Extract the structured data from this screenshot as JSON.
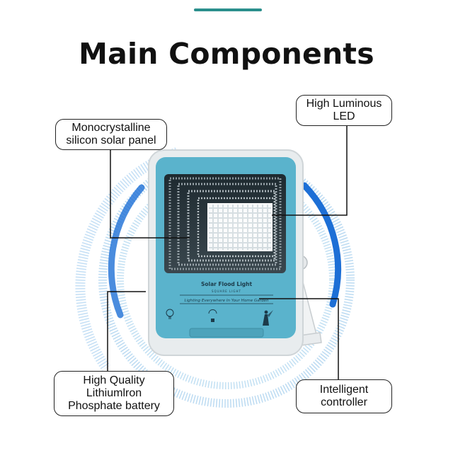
{
  "page": {
    "title": "Main Components",
    "accent_color": "#2a8f8c"
  },
  "callouts": {
    "solar_panel": {
      "line1": "Monocrystalline",
      "line2": "silicon solar panel"
    },
    "led": {
      "line1": "High Luminous",
      "line2": "LED"
    },
    "battery": {
      "line1": "High Quality",
      "line2": "Lithiumlron",
      "line3": "Phosphate battery"
    },
    "controller": {
      "line1": "Intelligent",
      "line2": "controller"
    }
  },
  "product": {
    "label_title": "Solar Flood Light",
    "label_sub": "SQUARE LIGHT",
    "slogan": "Lighting Everywhere In Your Home Garden",
    "body_color": "#5ab3cc",
    "frame_color": "#e8ecee",
    "icons": [
      "bulb-icon",
      "sensor-icon",
      "fairy-icon"
    ]
  }
}
